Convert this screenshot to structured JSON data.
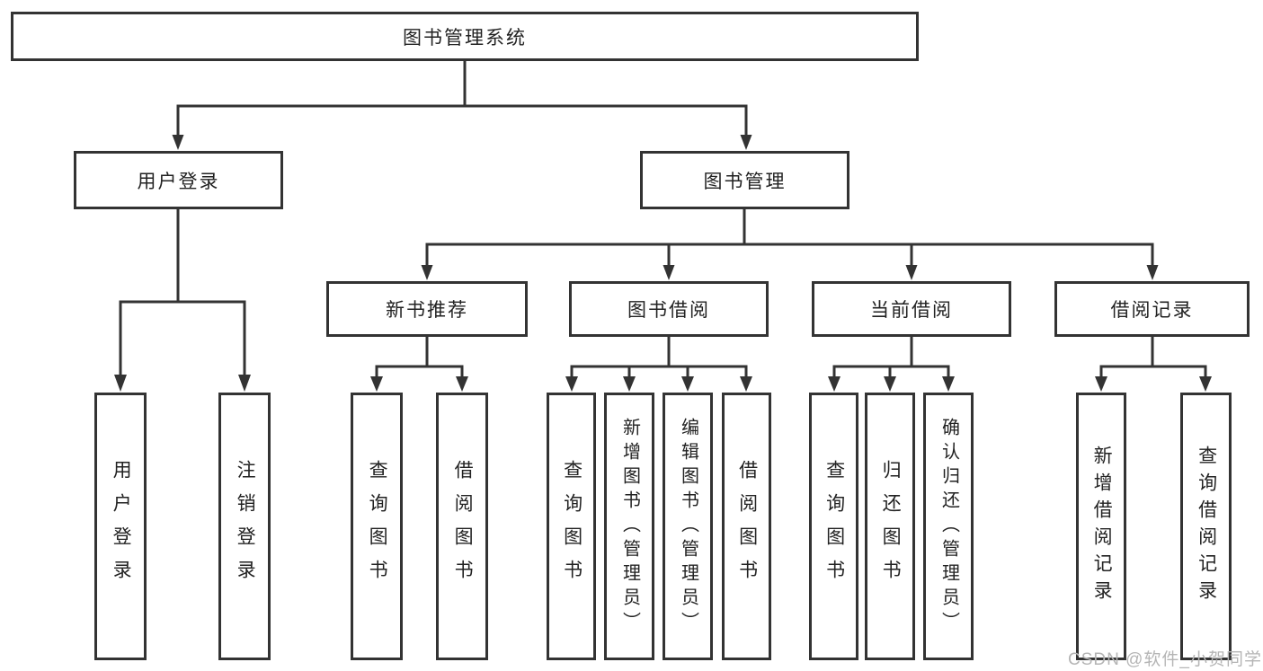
{
  "diagram": {
    "root": {
      "label": "图书管理系统"
    },
    "branches": [
      {
        "label": "用户登录",
        "leaves": [
          {
            "label": "用户登录"
          },
          {
            "label": "注销登录"
          }
        ]
      },
      {
        "label": "图书管理",
        "groups": [
          {
            "label": "新书推荐",
            "leaves": [
              {
                "label": "查询图书"
              },
              {
                "label": "借阅图书"
              }
            ]
          },
          {
            "label": "图书借阅",
            "leaves": [
              {
                "label": "查询图书"
              },
              {
                "label": "新增图书（管理员）"
              },
              {
                "label": "编辑图书（管理员）"
              },
              {
                "label": "借阅图书"
              }
            ]
          },
          {
            "label": "当前借阅",
            "leaves": [
              {
                "label": "查询图书"
              },
              {
                "label": "归还图书"
              },
              {
                "label": "确认归还（管理员）"
              }
            ]
          },
          {
            "label": "借阅记录",
            "leaves": [
              {
                "label": "新增借阅记录"
              },
              {
                "label": "查询借阅记录"
              }
            ]
          }
        ]
      }
    ]
  },
  "watermark": {
    "text": "CSDN @软件_小贺同学",
    "color": "#b5b5b5"
  },
  "colors": {
    "line": "#333333",
    "text": "#222222",
    "background": "#ffffff"
  }
}
